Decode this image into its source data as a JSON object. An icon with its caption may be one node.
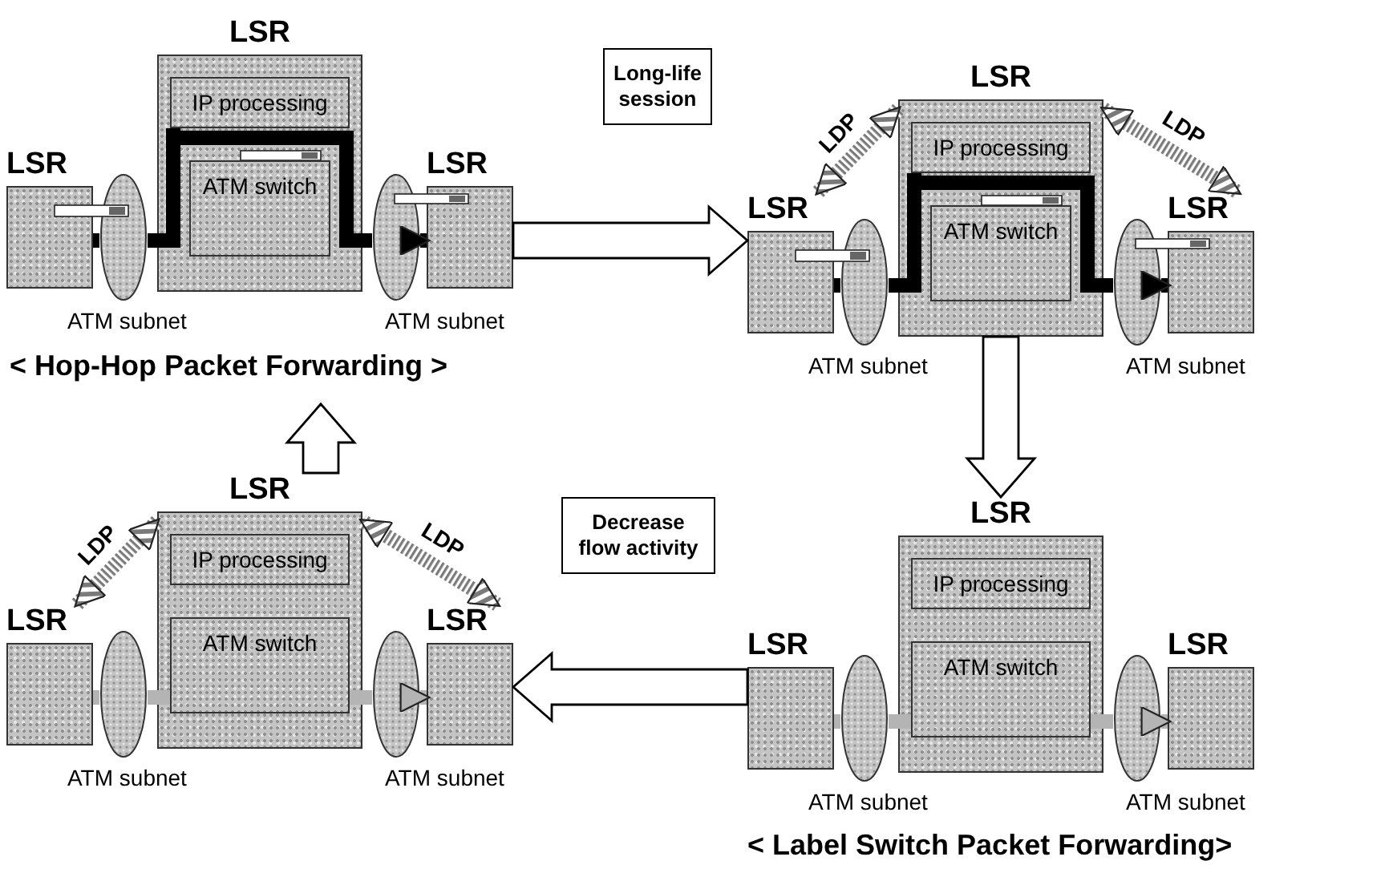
{
  "diagram": {
    "nodes": [
      {
        "text": [
          "LSR"
        ]
      },
      {
        "text": [
          "IP processing"
        ],
        "in": 0
      },
      {
        "text": [
          "ATM switch"
        ],
        "in": 0
      },
      {
        "text": [
          "LSR"
        ]
      },
      {
        "text": [
          "LSR"
        ]
      },
      {
        "text": [],
        "shape": "ellipse",
        "beside": [
          "ATM subnet"
        ]
      },
      {
        "text": [],
        "shape": "ellipse",
        "beside": [
          "ATM subnet"
        ]
      },
      {
        "text": [
          "Long-life session"
        ]
      },
      {
        "text": [
          "LSR"
        ]
      },
      {
        "text": [
          "IP processing"
        ],
        "in": 8
      },
      {
        "text": [
          "ATM switch"
        ],
        "in": 8
      },
      {
        "text": [
          "LSR"
        ]
      },
      {
        "text": [
          "LSR"
        ]
      },
      {
        "text": [],
        "shape": "ellipse",
        "beside": [
          "ATM subnet"
        ]
      },
      {
        "text": [],
        "shape": "ellipse",
        "beside": [
          "ATM subnet"
        ]
      },
      {
        "text": [
          "Decrease flow activity"
        ]
      },
      {
        "text": [
          "LSR"
        ]
      },
      {
        "text": [
          "IP processing"
        ],
        "in": 16
      },
      {
        "text": [
          "ATM switch"
        ],
        "in": 16
      },
      {
        "text": [
          "LSR"
        ]
      },
      {
        "text": [
          "LSR"
        ]
      },
      {
        "text": [],
        "shape": "ellipse",
        "beside": [
          "ATM subnet"
        ]
      },
      {
        "text": [],
        "shape": "ellipse",
        "beside": [
          "ATM subnet"
        ]
      },
      {
        "text": [
          "LSR"
        ]
      },
      {
        "text": [
          "IP processing"
        ],
        "in": 23
      },
      {
        "text": [
          "ATM switch"
        ],
        "in": 23
      },
      {
        "text": [
          "LSR"
        ]
      },
      {
        "text": [
          "LSR"
        ]
      },
      {
        "text": [],
        "shape": "ellipse",
        "beside": [
          "ATM subnet"
        ]
      },
      {
        "text": [],
        "shape": "ellipse",
        "beside": [
          "ATM subnet"
        ]
      }
    ],
    "edges": [
      {
        "from": 3,
        "to": 5,
        "arrow": "none"
      },
      {
        "from": 5,
        "to": 1,
        "arrow": "none"
      },
      {
        "from": 1,
        "to": 6,
        "arrow": "none"
      },
      {
        "from": 6,
        "to": 4,
        "arrow": "to"
      },
      {
        "from": 4,
        "to": 11,
        "arrow": "to",
        "style": "thick"
      },
      {
        "from": 8,
        "to": 11,
        "arrow": "both",
        "label": "LDP",
        "color": "#7a7a7a"
      },
      {
        "from": 8,
        "to": 12,
        "arrow": "both",
        "label": "LDP",
        "color": "#7a7a7a"
      },
      {
        "from": 11,
        "to": 13,
        "arrow": "none"
      },
      {
        "from": 13,
        "to": 9,
        "arrow": "none"
      },
      {
        "from": 9,
        "to": 14,
        "arrow": "none"
      },
      {
        "from": 14,
        "to": 12,
        "arrow": "to"
      },
      {
        "from": 8,
        "to": 23,
        "arrow": "to",
        "style": "thick"
      },
      {
        "from": 26,
        "to": 28,
        "arrow": "none",
        "color": "#b4b4b4"
      },
      {
        "from": 28,
        "to": 25,
        "arrow": "none",
        "color": "#b4b4b4"
      },
      {
        "from": 25,
        "to": 29,
        "arrow": "none",
        "color": "#b4b4b4"
      },
      {
        "from": 29,
        "to": 27,
        "arrow": "to",
        "color": "#b4b4b4"
      },
      {
        "from": 26,
        "to": 20,
        "arrow": "to",
        "style": "thick"
      },
      {
        "from": 16,
        "to": 19,
        "arrow": "both",
        "label": "LDP",
        "color": "#7a7a7a"
      },
      {
        "from": 16,
        "to": 20,
        "arrow": "both",
        "label": "LDP",
        "color": "#7a7a7a"
      },
      {
        "from": 19,
        "to": 21,
        "arrow": "none",
        "color": "#b4b4b4"
      },
      {
        "from": 21,
        "to": 18,
        "arrow": "none",
        "color": "#b4b4b4"
      },
      {
        "from": 18,
        "to": 22,
        "arrow": "none",
        "color": "#b4b4b4"
      },
      {
        "from": 22,
        "to": 20,
        "arrow": "to",
        "color": "#b4b4b4"
      },
      {
        "from": 16,
        "to": null,
        "arrow": "to",
        "style": "thick"
      }
    ],
    "labels": [
      "< Hop-Hop Packet Forwarding >",
      "< Label Switch Packet Forwarding>"
    ]
  }
}
